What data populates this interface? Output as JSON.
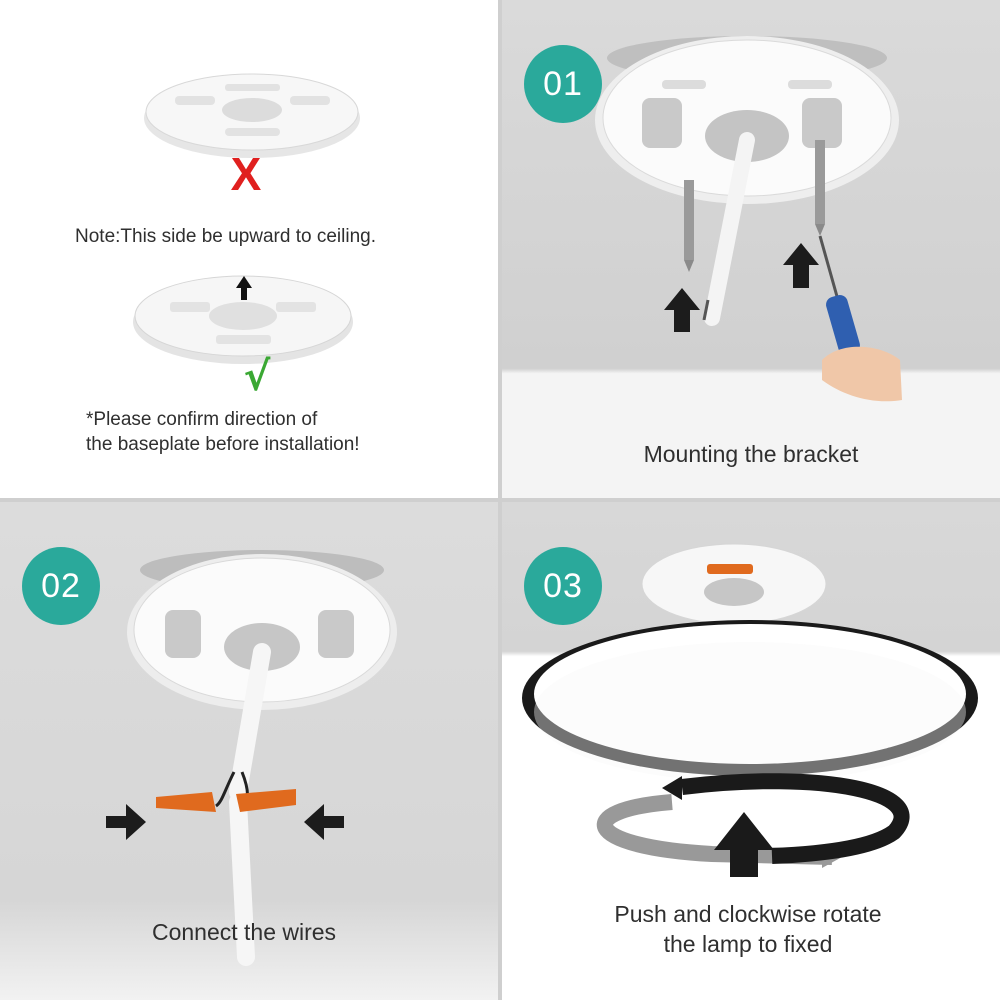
{
  "note_panel": {
    "note": "Note:This side be upward to ceiling.",
    "wrong_mark": "X",
    "right_mark": "√",
    "confirm_line1": "*Please confirm direction of",
    "confirm_line2": "the baseplate before installation!"
  },
  "steps": [
    {
      "number": "01",
      "caption": "Mounting the bracket"
    },
    {
      "number": "02",
      "caption": "Connect the wires"
    },
    {
      "number": "03",
      "caption_line1": "Push and clockwise rotate",
      "caption_line2": "the lamp to fixed"
    }
  ],
  "colors": {
    "badge": "#2aa99b",
    "wrong": "#e0201f",
    "right": "#3aa833",
    "connector": "#e06a1e",
    "lamp_ring": "#1a1a1a"
  }
}
